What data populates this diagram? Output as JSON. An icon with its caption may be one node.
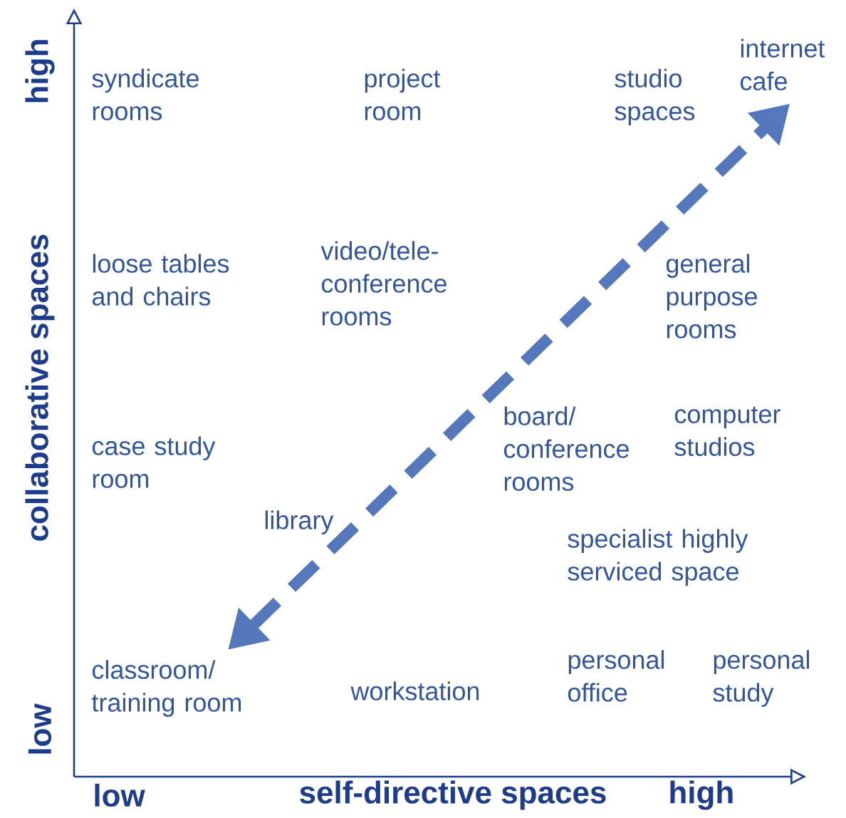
{
  "diagram": {
    "nodes": [
      {
        "text": [
          "internet cafe"
        ]
      },
      {
        "text": [
          "classroom/ training room"
        ]
      }
    ],
    "edges": [
      {
        "from": 1,
        "to": 0,
        "arrow": "both",
        "style": "dashed"
      }
    ],
    "labels": [
      "high",
      "syndicate rooms",
      "project room",
      "studio spaces",
      "collaborative spaces",
      "loose tables and chairs",
      "video/tele-conference rooms",
      "general purpose rooms",
      "case study room",
      "board/ conference rooms",
      "computer studios",
      "library",
      "specialist highly serviced space",
      "low",
      "personal office",
      "personal study",
      "workstation",
      "low",
      "self-directive spaces",
      "high"
    ]
  }
}
